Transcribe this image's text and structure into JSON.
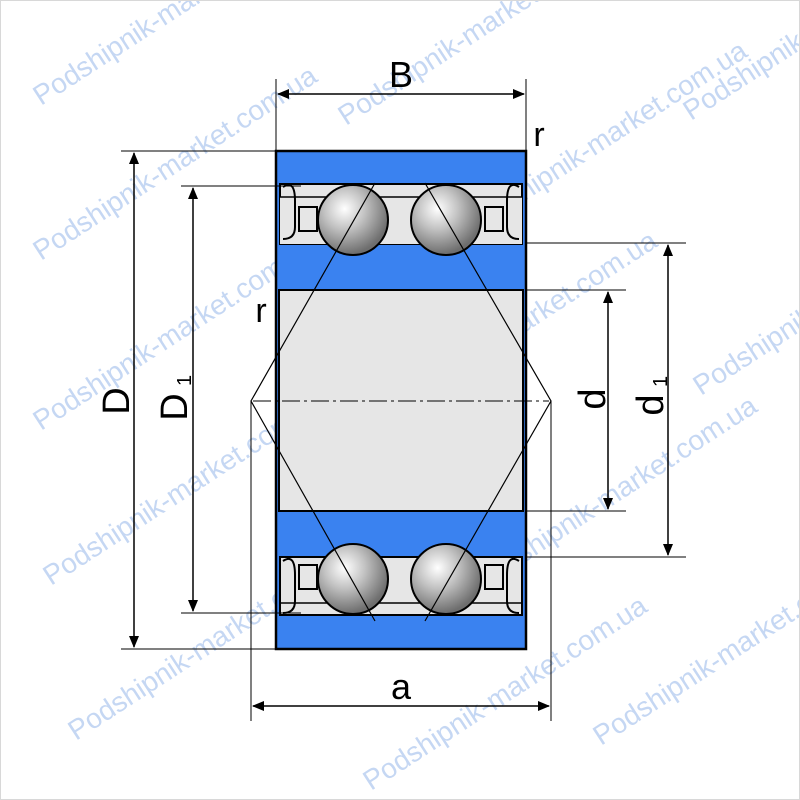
{
  "diagram": {
    "labels": {
      "width": "B",
      "outer_diameter": "D",
      "outer_diameter_1": "D",
      "outer_diameter_1_sub": "1",
      "bore_diameter": "d",
      "bore_diameter_1": "d",
      "bore_diameter_1_sub": "1",
      "spacing": "a",
      "radius_top": "r",
      "radius_inner": "r"
    },
    "watermark": "Podshipnik-market.com.ua",
    "colors": {
      "ring": "#3a82f0",
      "bore": "#e6e6e6",
      "outline": "#000000",
      "ball": "#b8b8b8",
      "watermark": "#c5d7f3"
    }
  }
}
